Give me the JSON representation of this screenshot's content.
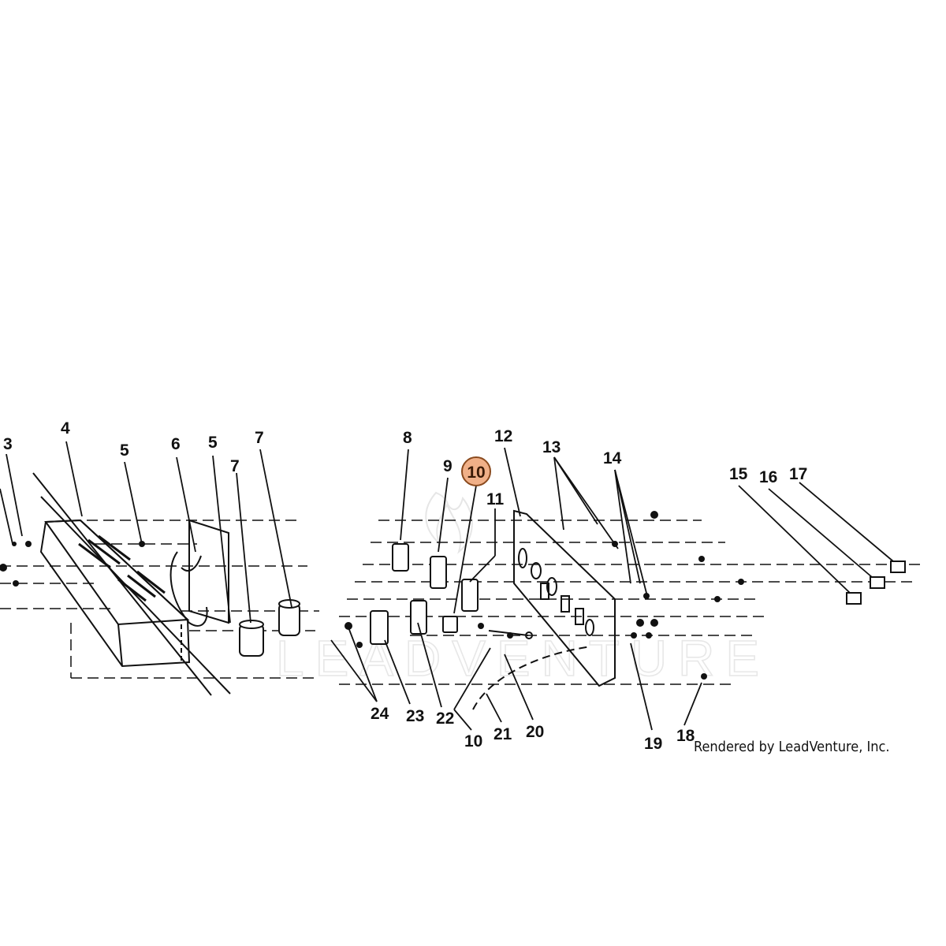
{
  "diagram": {
    "highlighted_callout": "10",
    "callouts": [
      "3",
      "4",
      "5",
      "6",
      "5",
      "7",
      "7",
      "8",
      "9",
      "10",
      "11",
      "12",
      "13",
      "14",
      "15",
      "16",
      "17",
      "24",
      "23",
      "22",
      "10",
      "21",
      "20",
      "19",
      "18"
    ]
  },
  "watermark_text": "LEADVENTURE",
  "footer": {
    "credit": "Rendered by LeadVenture, Inc."
  }
}
